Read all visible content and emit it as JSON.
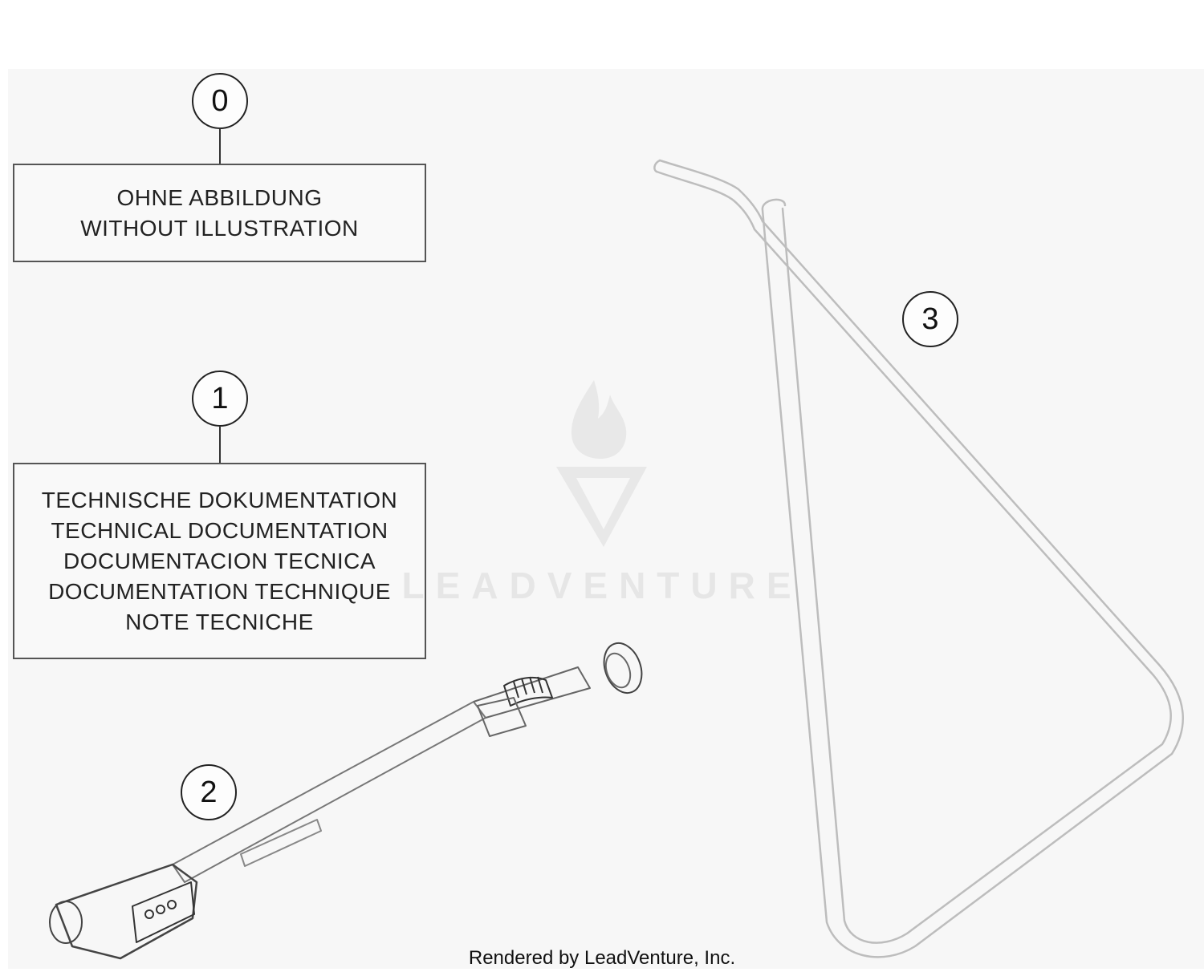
{
  "callouts": {
    "c0": "0",
    "c1": "1",
    "c2": "2",
    "c3": "3"
  },
  "box_without_illustration": {
    "lines": [
      "OHNE ABBILDUNG",
      "WITHOUT ILLUSTRATION"
    ]
  },
  "box_technical_documentation": {
    "lines": [
      "TECHNISCHE DOKUMENTATION",
      "TECHNICAL DOCUMENTATION",
      "DOCUMENTACION TECNICA",
      "DOCUMENTATION TECHNIQUE",
      "NOTE TECNICHE"
    ]
  },
  "watermark": {
    "logo": "flame-v-logo",
    "text": "LEADVENTURE"
  },
  "footer": {
    "credit": "Rendered by LeadVenture, Inc."
  },
  "colors": {
    "background": "#f7f7f7",
    "line": "#333333",
    "part_outline": "#bdbdbd",
    "watermark": "#e6e6e6"
  }
}
